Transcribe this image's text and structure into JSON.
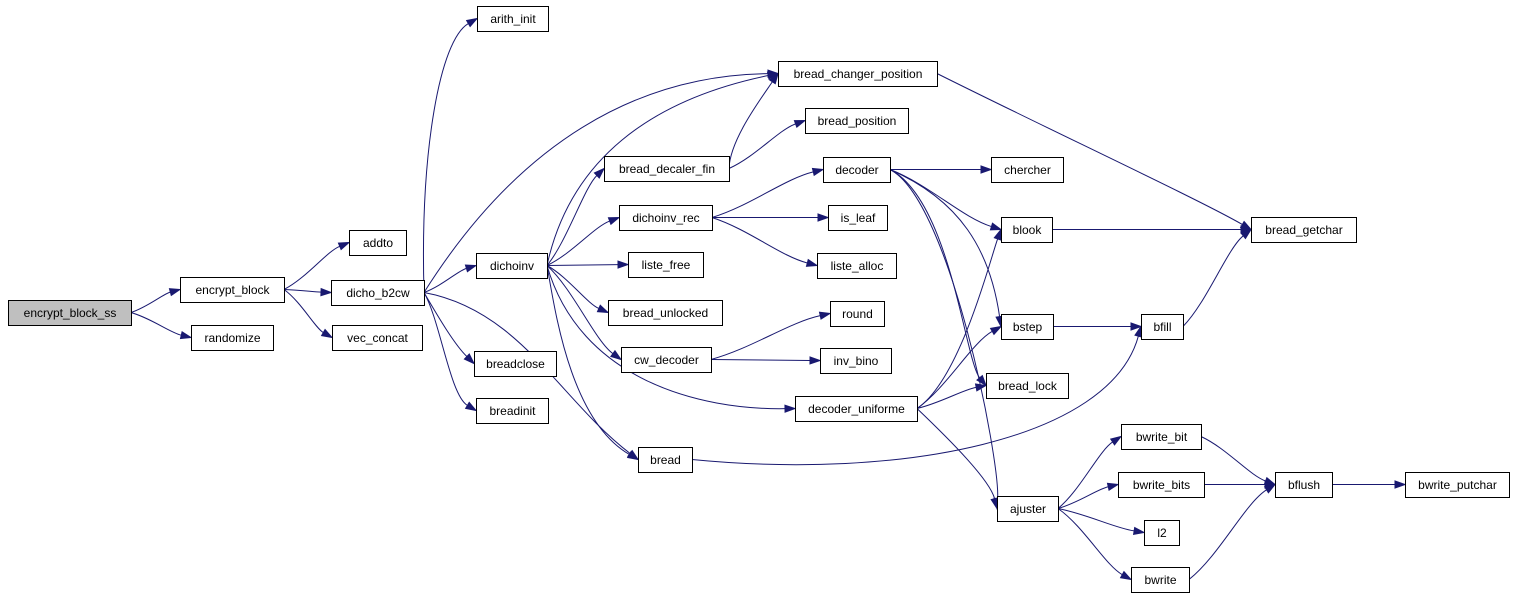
{
  "graph": {
    "type": "call-graph",
    "nodes": [
      {
        "id": "encrypt_block_ss",
        "label": "encrypt_block_ss",
        "root": true
      },
      {
        "id": "encrypt_block",
        "label": "encrypt_block"
      },
      {
        "id": "randomize",
        "label": "randomize"
      },
      {
        "id": "addto",
        "label": "addto"
      },
      {
        "id": "dicho_b2cw",
        "label": "dicho_b2cw"
      },
      {
        "id": "vec_concat",
        "label": "vec_concat"
      },
      {
        "id": "arith_init",
        "label": "arith_init"
      },
      {
        "id": "dichoinv",
        "label": "dichoinv"
      },
      {
        "id": "breadclose",
        "label": "breadclose"
      },
      {
        "id": "breadinit",
        "label": "breadinit"
      },
      {
        "id": "bread",
        "label": "bread"
      },
      {
        "id": "bread_changer_position",
        "label": "bread_changer_position"
      },
      {
        "id": "bread_position",
        "label": "bread_position"
      },
      {
        "id": "bread_decaler_fin",
        "label": "bread_decaler_fin"
      },
      {
        "id": "dichoinv_rec",
        "label": "dichoinv_rec"
      },
      {
        "id": "liste_free",
        "label": "liste_free"
      },
      {
        "id": "bread_unlocked",
        "label": "bread_unlocked"
      },
      {
        "id": "cw_decoder",
        "label": "cw_decoder"
      },
      {
        "id": "decoder_uniforme",
        "label": "decoder_uniforme"
      },
      {
        "id": "decoder",
        "label": "decoder"
      },
      {
        "id": "is_leaf",
        "label": "is_leaf"
      },
      {
        "id": "liste_alloc",
        "label": "liste_alloc"
      },
      {
        "id": "round",
        "label": "round"
      },
      {
        "id": "inv_bino",
        "label": "inv_bino"
      },
      {
        "id": "chercher",
        "label": "chercher"
      },
      {
        "id": "blook",
        "label": "blook"
      },
      {
        "id": "bstep",
        "label": "bstep"
      },
      {
        "id": "bread_lock",
        "label": "bread_lock"
      },
      {
        "id": "ajuster",
        "label": "ajuster"
      },
      {
        "id": "bread_getchar",
        "label": "bread_getchar"
      },
      {
        "id": "bfill",
        "label": "bfill"
      },
      {
        "id": "bwrite_bit",
        "label": "bwrite_bit"
      },
      {
        "id": "bwrite_bits",
        "label": "bwrite_bits"
      },
      {
        "id": "l2",
        "label": "l2"
      },
      {
        "id": "bwrite",
        "label": "bwrite"
      },
      {
        "id": "bflush",
        "label": "bflush"
      },
      {
        "id": "bwrite_putchar",
        "label": "bwrite_putchar"
      }
    ],
    "edges": [
      {
        "from": "encrypt_block_ss",
        "to": "encrypt_block"
      },
      {
        "from": "encrypt_block_ss",
        "to": "randomize"
      },
      {
        "from": "encrypt_block",
        "to": "addto"
      },
      {
        "from": "encrypt_block",
        "to": "dicho_b2cw"
      },
      {
        "from": "encrypt_block",
        "to": "vec_concat"
      },
      {
        "from": "dicho_b2cw",
        "to": "arith_init"
      },
      {
        "from": "dicho_b2cw",
        "to": "bread_changer_position"
      },
      {
        "from": "dicho_b2cw",
        "to": "dichoinv"
      },
      {
        "from": "dicho_b2cw",
        "to": "breadclose"
      },
      {
        "from": "dicho_b2cw",
        "to": "breadinit"
      },
      {
        "from": "dicho_b2cw",
        "to": "bread"
      },
      {
        "from": "dichoinv",
        "to": "bread_changer_position"
      },
      {
        "from": "dichoinv",
        "to": "bread_decaler_fin"
      },
      {
        "from": "dichoinv",
        "to": "dichoinv_rec"
      },
      {
        "from": "dichoinv",
        "to": "liste_free"
      },
      {
        "from": "dichoinv",
        "to": "bread_unlocked"
      },
      {
        "from": "dichoinv",
        "to": "cw_decoder"
      },
      {
        "from": "dichoinv",
        "to": "decoder_uniforme"
      },
      {
        "from": "dichoinv",
        "to": "bread"
      },
      {
        "from": "bread_decaler_fin",
        "to": "bread_changer_position"
      },
      {
        "from": "bread_decaler_fin",
        "to": "bread_position"
      },
      {
        "from": "dichoinv_rec",
        "to": "decoder"
      },
      {
        "from": "dichoinv_rec",
        "to": "is_leaf"
      },
      {
        "from": "dichoinv_rec",
        "to": "liste_alloc"
      },
      {
        "from": "cw_decoder",
        "to": "round"
      },
      {
        "from": "cw_decoder",
        "to": "inv_bino"
      },
      {
        "from": "decoder",
        "to": "chercher"
      },
      {
        "from": "decoder",
        "to": "blook"
      },
      {
        "from": "decoder",
        "to": "bstep"
      },
      {
        "from": "decoder",
        "to": "bread_lock"
      },
      {
        "from": "decoder",
        "to": "ajuster"
      },
      {
        "from": "decoder_uniforme",
        "to": "blook"
      },
      {
        "from": "decoder_uniforme",
        "to": "bstep"
      },
      {
        "from": "decoder_uniforme",
        "to": "bread_lock"
      },
      {
        "from": "decoder_uniforme",
        "to": "ajuster"
      },
      {
        "from": "bread",
        "to": "bfill"
      },
      {
        "from": "bread_changer_position",
        "to": "bread_getchar"
      },
      {
        "from": "blook",
        "to": "bread_getchar"
      },
      {
        "from": "bstep",
        "to": "bfill"
      },
      {
        "from": "bfill",
        "to": "bread_getchar"
      },
      {
        "from": "ajuster",
        "to": "bwrite_bit"
      },
      {
        "from": "ajuster",
        "to": "bwrite_bits"
      },
      {
        "from": "ajuster",
        "to": "l2"
      },
      {
        "from": "ajuster",
        "to": "bwrite"
      },
      {
        "from": "bwrite_bit",
        "to": "bflush"
      },
      {
        "from": "bwrite_bits",
        "to": "bflush"
      },
      {
        "from": "bwrite",
        "to": "bflush"
      },
      {
        "from": "bflush",
        "to": "bwrite_putchar"
      }
    ]
  }
}
